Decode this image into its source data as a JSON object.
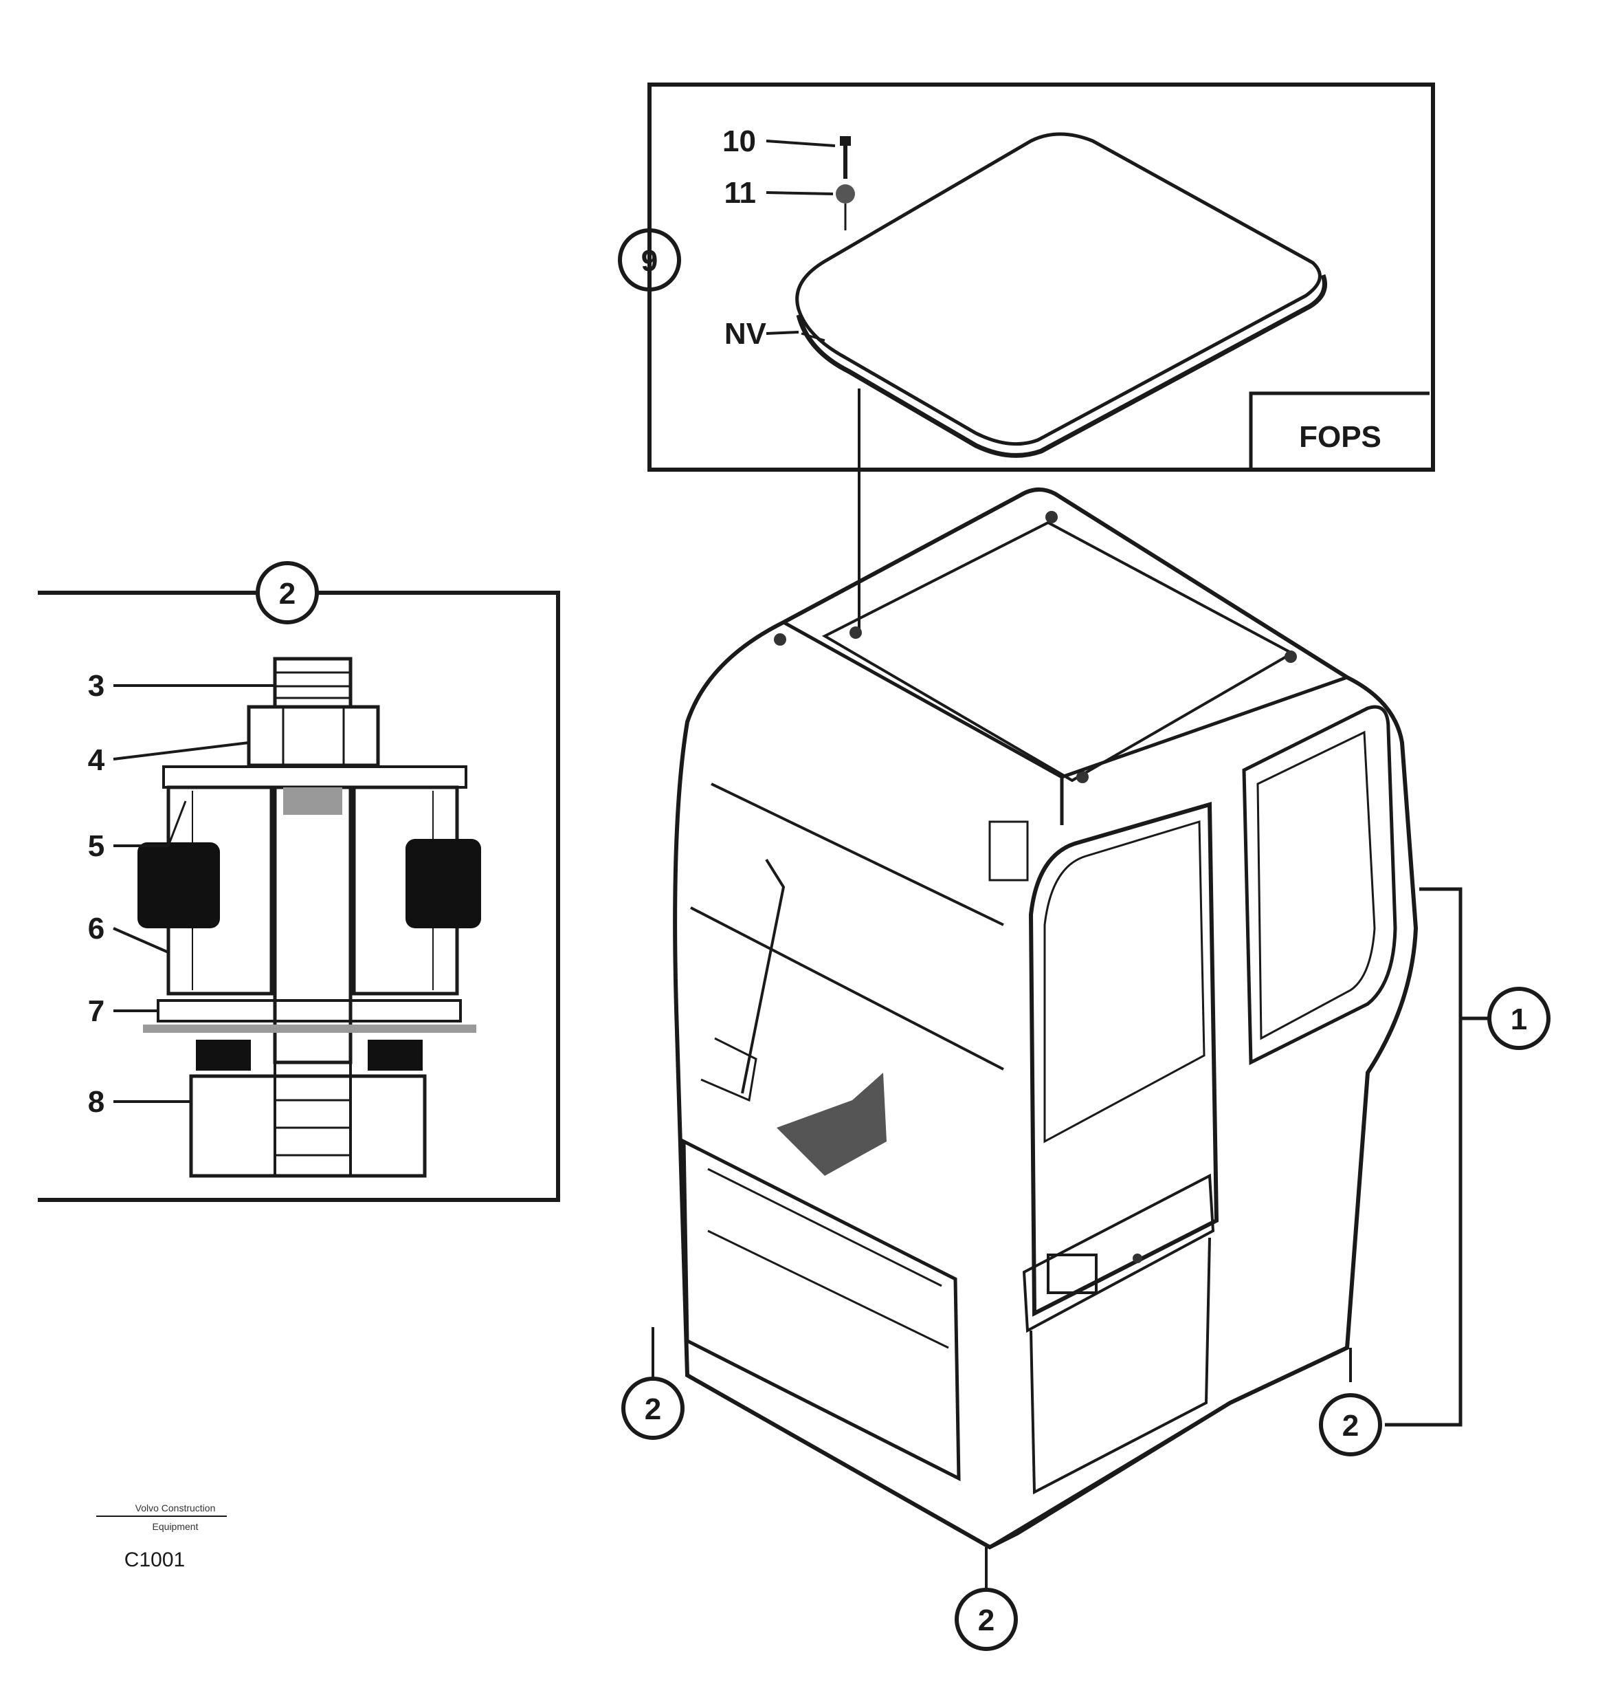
{
  "callouts": {
    "cab_assembly": "1",
    "mount_bottom_left": "2",
    "mount_bottom_center": "2",
    "mount_bottom_right": "2",
    "mount_detail": "2",
    "fops_kit": "9"
  },
  "detail_labels": {
    "p3": "3",
    "p4": "4",
    "p5": "5",
    "p6": "6",
    "p7": "7",
    "p8": "8"
  },
  "fops_panel": {
    "badge": "FOPS",
    "p10": "10",
    "p11": "11",
    "nv": "NV"
  },
  "footer": {
    "line1": "Volvo Construction",
    "line2": "Equipment",
    "code": "C1001"
  }
}
